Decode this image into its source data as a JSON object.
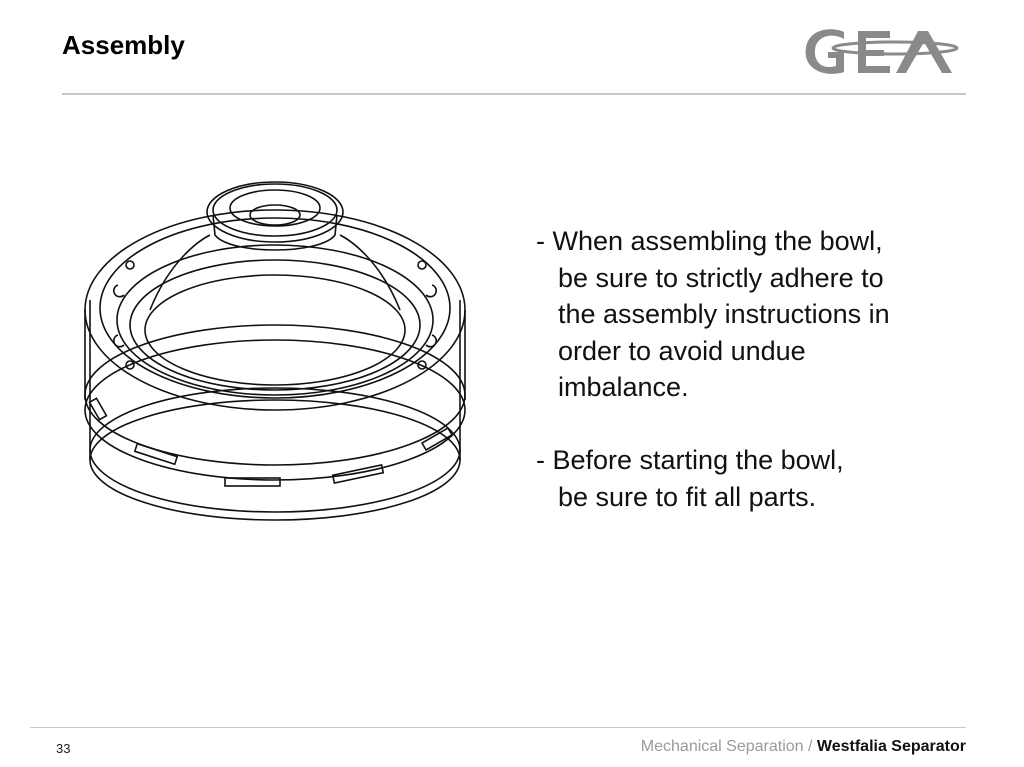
{
  "slide": {
    "title": "Assembly",
    "logo": {
      "text": "GEA",
      "color": "#8a8a8a"
    },
    "paragraphs": [
      "- When assembling the bowl,\nbe sure to strictly adhere to\nthe assembly instructions in\norder to avoid undue\nimbalance.",
      "- Before starting the bowl,\nbe sure to fit all parts."
    ],
    "figure": {
      "icon": "separator-bowl-line-drawing"
    }
  },
  "footer": {
    "page_number": "33",
    "section": "Mechanical Separation / ",
    "product": "Westfalia Separator"
  }
}
